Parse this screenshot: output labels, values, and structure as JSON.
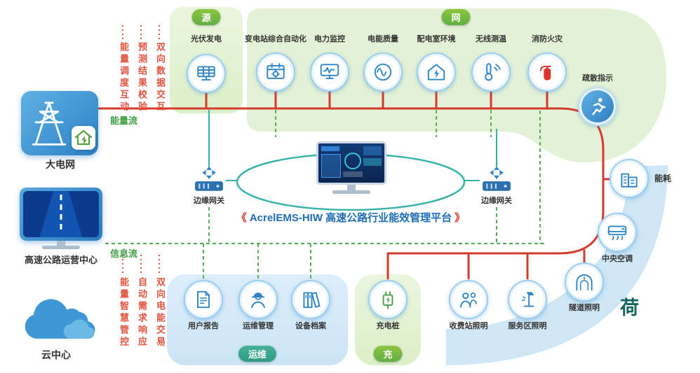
{
  "title": {
    "bracket_left": "《",
    "text": "AcrelEMS-HIW 高速公路行业能效管理平台",
    "bracket_right": "》"
  },
  "badges": {
    "source": "源",
    "grid": "网",
    "load": "荷",
    "charge": "充",
    "om": "运维"
  },
  "flows": {
    "energy": "能量流",
    "info": "信息流"
  },
  "left_nodes": {
    "grid": "大电网",
    "ops": "高速公路运营中心",
    "cloud": "云中心"
  },
  "gateway": {
    "left": "边缘网关",
    "right": "边缘网关"
  },
  "top_vertical_texts": [
    "能量调度互动",
    "预测结果校验",
    "双向数据交互"
  ],
  "bottom_vertical_texts": [
    "能量智慧管控",
    "自动需求响应",
    "双向电能交易"
  ],
  "source_items": [
    "光伏发电"
  ],
  "grid_items": [
    "变电站综合自动化",
    "电力监控",
    "电能质量",
    "配电室环境",
    "无线测温",
    "消防火灾",
    "疏散指示"
  ],
  "load_items": [
    "能耗",
    "中央空调",
    "隧道照明",
    "收费站照明",
    "服务区照明"
  ],
  "charge_items": [
    "充电桩"
  ],
  "om_items": [
    "用户报告",
    "运维管理",
    "设备档案"
  ],
  "colors": {
    "energy_line": "#d63a2b",
    "info_line": "#54b054",
    "link_line": "#35b3a9",
    "accent_blue": "#2e86c8",
    "badge_green": "#6ab04c",
    "badge_teal": "#35a08c",
    "load_char": "#17655c"
  }
}
